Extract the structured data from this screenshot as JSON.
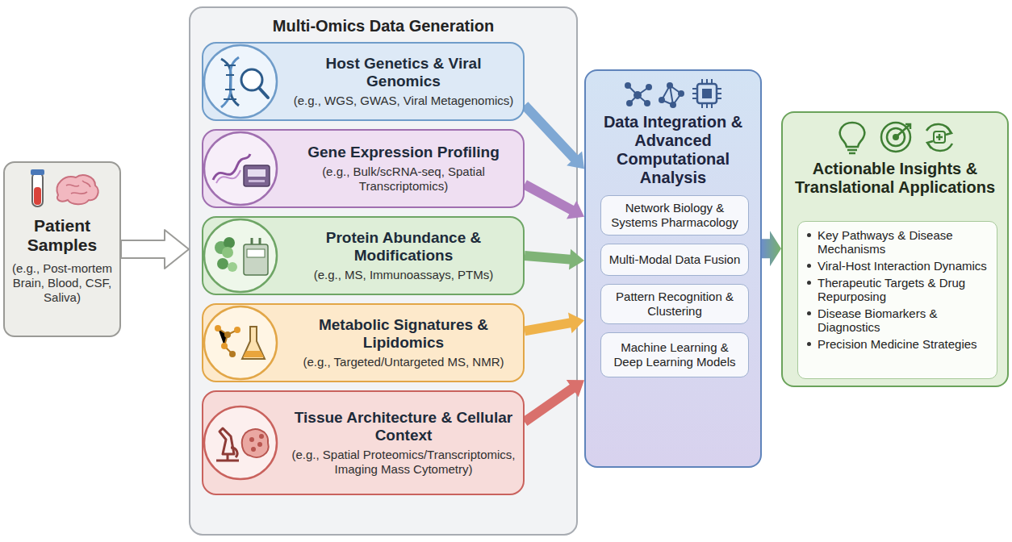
{
  "diagram": {
    "nodes": [
      {
        "text": [
          "Patient Samples",
          "(e.g., Post-mortem Brain, Blood, CSF, Saliva)"
        ]
      },
      {
        "text": [
          "Multi-Omics Data Generation"
        ]
      },
      {
        "text": [
          "Host Genetics & Viral Genomics",
          "(e.g., WGS, GWAS, Viral Metagenomics)"
        ],
        "in": 1
      },
      {
        "text": [
          "Gene Expression Profiling",
          "(e.g., Bulk/scRNA-seq, Spatial Transcriptomics)"
        ],
        "in": 1
      },
      {
        "text": [
          "Protein Abundance & Modifications",
          "(e.g., MS, Immunoassays, PTMs)"
        ],
        "in": 1
      },
      {
        "text": [
          "Metabolic Signatures & Lipidomics",
          "(e.g., Targeted/Untargeted MS, NMR)"
        ],
        "in": 1
      },
      {
        "text": [
          "Tissue Architecture & Cellular Context",
          "(e.g., Spatial Proteomics/Transcriptomics, Imaging Mass Cytometry)"
        ],
        "in": 1
      },
      {
        "text": [
          "Data Integration & Advanced Computational Analysis"
        ]
      },
      {
        "text": [
          "Network Biology & Systems Pharmacology"
        ],
        "in": 7
      },
      {
        "text": [
          "Multi-Modal Data Fusion"
        ],
        "in": 7
      },
      {
        "text": [
          "Pattern Recognition & Clustering"
        ],
        "in": 7
      },
      {
        "text": [
          "Machine Learning & Deep Learning Models"
        ],
        "in": 7
      },
      {
        "text": [
          "Actionable Insights & Translational Applications"
        ]
      },
      {
        "text": [
          "Key Pathways & Disease Mechanisms",
          "Viral-Host Interaction Dynamics",
          "Therapeutic Targets & Drug Repurposing",
          "Disease Biomarkers & Diagnostics",
          "Precision Medicine Strategies"
        ],
        "in": 12
      }
    ],
    "edges": [
      {
        "from": 0,
        "to": 1,
        "arrow": "to"
      },
      {
        "from": 2,
        "to": 7,
        "arrow": "to"
      },
      {
        "from": 3,
        "to": 7,
        "arrow": "to"
      },
      {
        "from": 4,
        "to": 7,
        "arrow": "to"
      },
      {
        "from": 5,
        "to": 7,
        "arrow": "to"
      },
      {
        "from": 6,
        "to": 7,
        "arrow": "to"
      },
      {
        "from": 7,
        "to": 12,
        "arrow": "to"
      }
    ]
  }
}
